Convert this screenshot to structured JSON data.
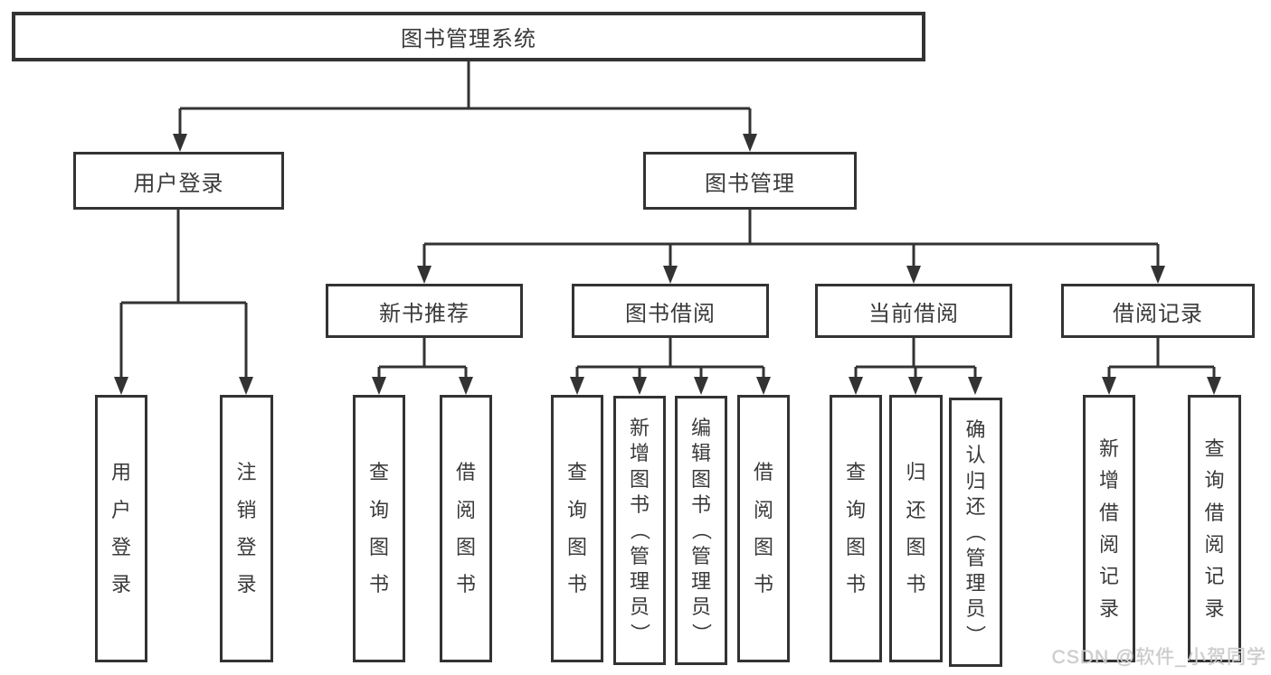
{
  "diagram": {
    "root": {
      "label": "图书管理系统"
    },
    "branches": [
      {
        "label": "用户登录",
        "leaves": [
          "用户登录",
          "注销登录"
        ]
      },
      {
        "label": "图书管理",
        "groups": [
          {
            "label": "新书推荐",
            "leaves": [
              "查询图书",
              "借阅图书"
            ]
          },
          {
            "label": "图书借阅",
            "leaves": [
              "查询图书",
              "新增图书（管理员）",
              "编辑图书（管理员）",
              "借阅图书"
            ]
          },
          {
            "label": "当前借阅",
            "leaves": [
              "查询图书",
              "归还图书",
              "确认归还（管理员）"
            ]
          },
          {
            "label": "借阅记录",
            "leaves": [
              "新增借阅记录",
              "查询借阅记录"
            ]
          }
        ]
      }
    ]
  },
  "watermark": {
    "text": "CSDN @软件_小贺同学"
  },
  "colors": {
    "line": "#333333",
    "text": "#3a3a3a",
    "background": "#ffffff",
    "watermark": "#cccccc"
  }
}
